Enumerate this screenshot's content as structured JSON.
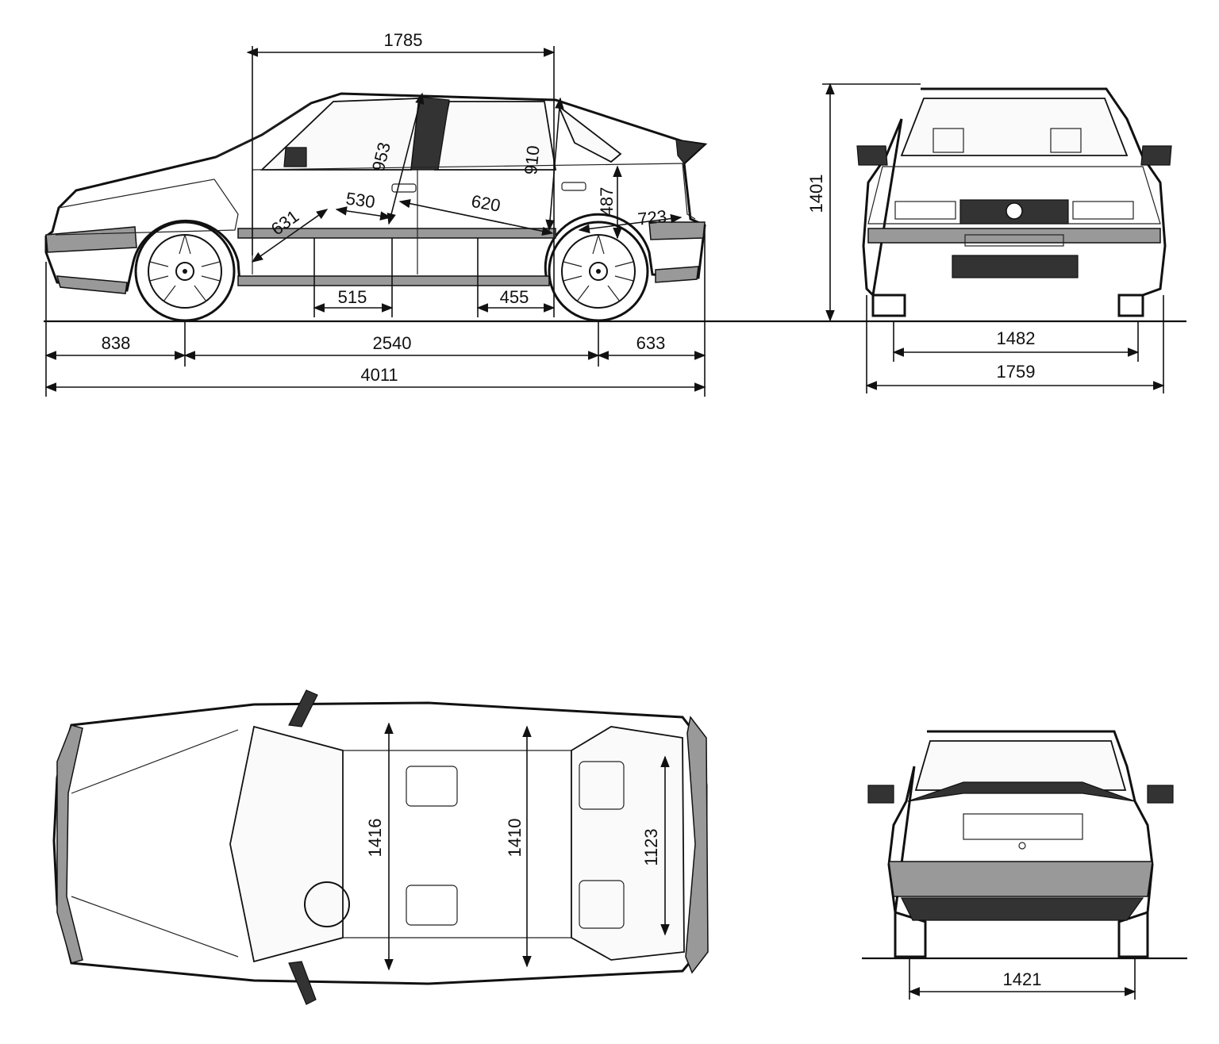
{
  "dimensions": {
    "side": {
      "roof_length": "1785",
      "front_legroom_diag": "953",
      "rear_headroom_diag": "910",
      "front_seat_diag": "631",
      "front_cushion": "530",
      "rear_seat_depth": "620",
      "rear_headroom": "487",
      "boot_depth": "723",
      "front_seat_width": "515",
      "rear_seat_width": "455",
      "front_overhang": "838",
      "wheelbase": "2540",
      "rear_overhang": "633",
      "overall_length": "4011"
    },
    "front": {
      "height": "1401",
      "front_track": "1482",
      "overall_width": "1759"
    },
    "top": {
      "front_interior_width": "1416",
      "rear_interior_width": "1410",
      "boot_width": "1123"
    },
    "rear": {
      "rear_track": "1421"
    }
  },
  "colors": {
    "ink": "#111111",
    "background": "#ffffff",
    "shade": "#999999"
  }
}
